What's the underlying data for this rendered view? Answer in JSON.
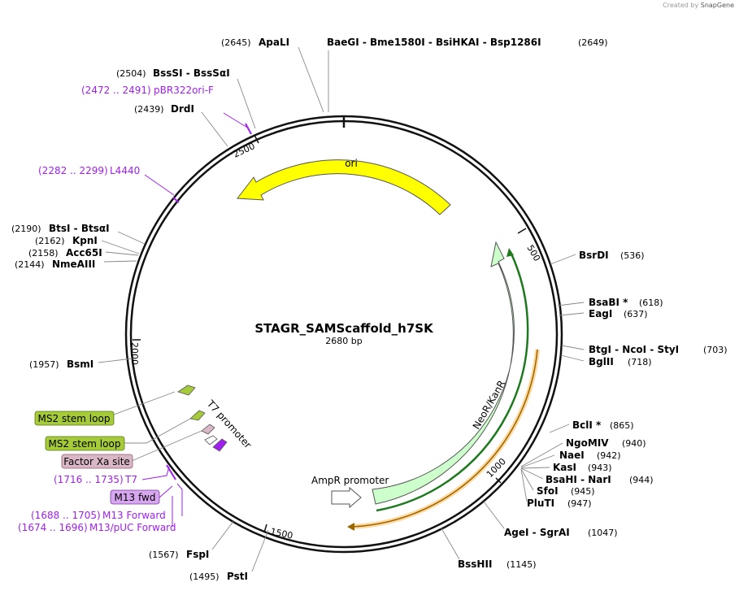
{
  "credit": {
    "prefix": "Created by",
    "brand": "SnapGene"
  },
  "plasmid": {
    "name": "STAGR_SAMScaffold_h7SK",
    "size": "2680 bp"
  },
  "ticks": [
    "500",
    "1000",
    "1500",
    "2000",
    "2500"
  ],
  "enzymes_right": [
    {
      "name": "BsrDI",
      "pos": "(536)"
    },
    {
      "name": "BsaBI *",
      "pos": "(618)"
    },
    {
      "name": "EagI",
      "pos": "(637)"
    },
    {
      "name": "BtgI - NcoI - StyI",
      "pos": "(703)"
    },
    {
      "name": "BglII",
      "pos": "(718)"
    },
    {
      "name": "BclI *",
      "pos": "(865)"
    },
    {
      "name": "NgoMIV",
      "pos": "(940)"
    },
    {
      "name": "NaeI",
      "pos": "(942)"
    },
    {
      "name": "KasI",
      "pos": "(943)"
    },
    {
      "name": "BsaHI - NarI",
      "pos": "(944)"
    },
    {
      "name": "SfoI",
      "pos": "(945)"
    },
    {
      "name": "PluTI",
      "pos": "(947)"
    },
    {
      "name": "AgeI - SgrAI",
      "pos": "(1047)"
    },
    {
      "name": "BssHII",
      "pos": "(1145)"
    }
  ],
  "enzymes_left": [
    {
      "name": "PstI",
      "pos": "(1495)"
    },
    {
      "name": "FspI",
      "pos": "(1567)"
    },
    {
      "name": "BsmI",
      "pos": "(1957)"
    },
    {
      "name": "NmeAIII",
      "pos": "(2144)"
    },
    {
      "name": "Acc65I",
      "pos": "(2158)"
    },
    {
      "name": "KpnI",
      "pos": "(2162)"
    },
    {
      "name": "BtsI - BtsαI",
      "pos": "(2190)"
    },
    {
      "name": "DrdI",
      "pos": "(2439)"
    },
    {
      "name": "BssSI - BssSαI",
      "pos": "(2504)"
    },
    {
      "name": "ApaLI",
      "pos": "(2645)"
    }
  ],
  "enzyme_top": {
    "name": "BaeGI - Bme1580I - BsiHKAI - Bsp1286I",
    "pos": "(2649)"
  },
  "primers": [
    {
      "range": "(2472 .. 2491)",
      "name": "pBR322ori-F"
    },
    {
      "range": "(2282 .. 2299)",
      "name": "L4440"
    },
    {
      "range": "(1716 .. 1735)",
      "name": "T7"
    },
    {
      "range": "(1688 .. 1705)",
      "name": "M13 Forward"
    },
    {
      "range": "(1674 .. 1696)",
      "name": "M13/pUC Forward"
    }
  ],
  "feature_boxes": [
    {
      "label": "MS2 stem loop",
      "color": "#a6cb3a"
    },
    {
      "label": "MS2 stem loop",
      "color": "#a6cb3a"
    },
    {
      "label": "Factor Xa site",
      "color": "#d9b7c6"
    },
    {
      "label": "M13 fwd",
      "color": "#d6a6ee"
    }
  ],
  "features": {
    "ori": "ori",
    "neo": "NeoR/KanR",
    "t7": "T7 promoter",
    "ampr": "AmpR promoter"
  },
  "colors": {
    "ori": "#ffff00",
    "neo": "#ccffcc",
    "primer": "#a020f0",
    "cds_line": "#1f7a1f",
    "orange": "#ff9900"
  }
}
